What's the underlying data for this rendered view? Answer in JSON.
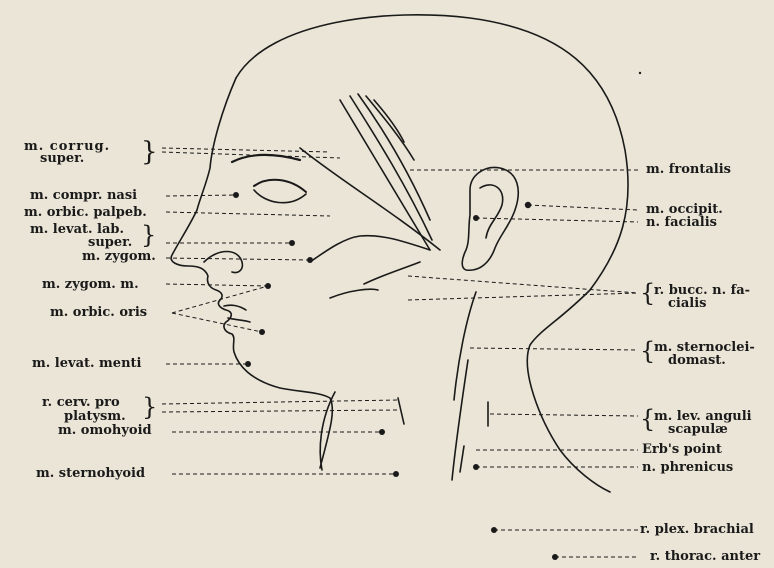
{
  "labels_left": {
    "corrug_1": "m. corrug.",
    "corrug_2": "super.",
    "compr_nasi": "m. compr. nasi",
    "orbic_palpeb": "m. orbic. palpeb.",
    "levat_lab_1": "m. levat. lab.",
    "levat_lab_2": "super.",
    "zygom": "m. zygom.",
    "zygom_m": "m. zygom. m.",
    "orbic_oris": "m. orbic. oris",
    "levat_menti": "m. levat. menti",
    "cerv_1": "r. cerv. pro",
    "cerv_2": "platysm.",
    "omohyoid": "m. omohyoid",
    "sternohyoid": "m. sternohyoid"
  },
  "labels_right": {
    "frontalis": "m. frontalis",
    "occipit": "m. occipit.",
    "facialis": "n. facialis",
    "bucc_1": "r. bucc. n. fa-",
    "bucc_2": "cialis",
    "sterno_1": "m. sternoclei-",
    "sterno_2": "domast.",
    "lev_1": "m. lev. anguli",
    "lev_2": "scapulæ",
    "erbs": "Erb's point",
    "phrenicus": "n. phrenicus",
    "plex": "r. plex. brachial",
    "thorac": "r. thorac. anter"
  },
  "colors": {
    "paper": "#eae5d6",
    "ink": "#1a1a1a"
  }
}
